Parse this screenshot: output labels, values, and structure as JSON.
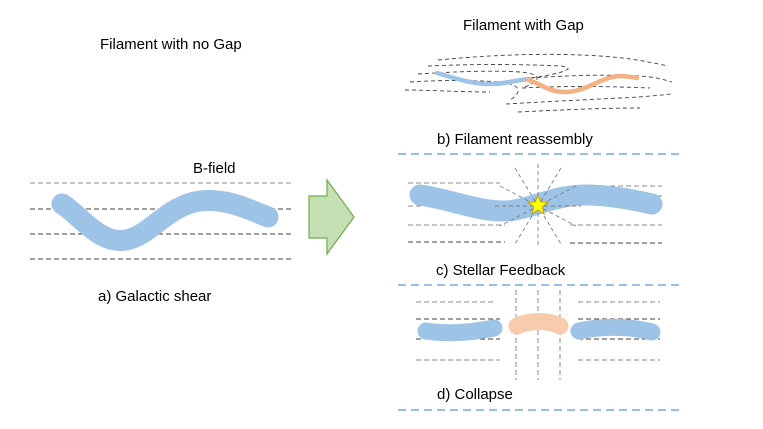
{
  "titles": {
    "left": "Filament with no Gap",
    "right": "Filament with Gap"
  },
  "labels": {
    "b_field": "B-field",
    "a": "a) Galactic shear",
    "b": "b) Filament reassembly",
    "c": "c) Stellar Feedback",
    "d": "d) Collapse"
  },
  "colors": {
    "filament_blue": "#9dc3e6",
    "filament_orange": "#f4b183",
    "filament_orange_light": "#f8cbad",
    "field_line": "#7f7f7f",
    "field_line_dark": "#404040",
    "separator": "#5b9bd5",
    "arrow_fill": "#c5e0b4",
    "arrow_stroke": "#70ad47",
    "star_fill": "#ffff00",
    "star_stroke": "#bf9000"
  }
}
